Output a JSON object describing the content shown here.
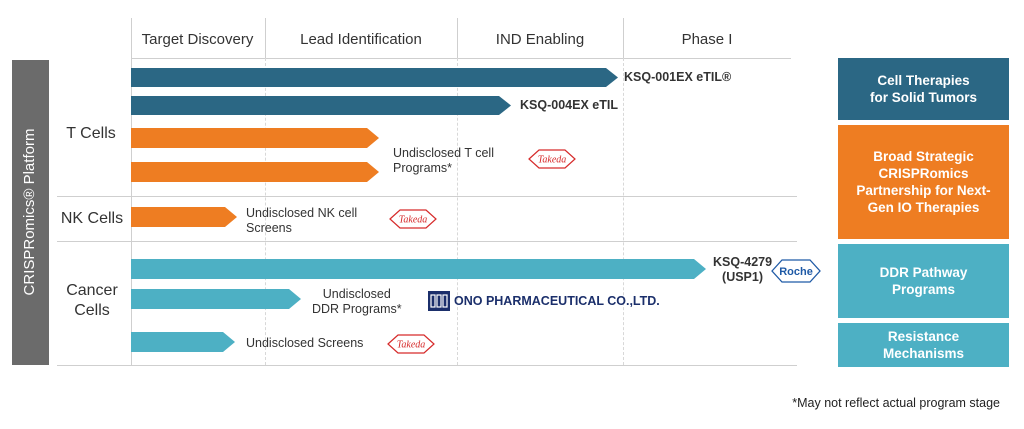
{
  "stages": [
    "Target Discovery",
    "Lead Identification",
    "IND Enabling",
    "Phase I"
  ],
  "platform_label": "CRISPRomics® Platform",
  "rows": {
    "t_cells": "T Cells",
    "nk_cells": "NK Cells",
    "cancer_cells": "Cancer\nCells"
  },
  "programs": {
    "ksq001": "KSQ-001EX eTIL®",
    "ksq004": "KSQ-004EX eTIL",
    "undisclosed_t": "Undisclosed T cell\nPrograms*",
    "undisclosed_nk": "Undisclosed NK cell\nScreens",
    "ksq4279": "KSQ-4279\n(USP1)",
    "undisclosed_ddr": "Undisclosed\nDDR Programs*",
    "undisclosed_screens": "Undisclosed Screens"
  },
  "partners": {
    "takeda": "Takeda",
    "roche": "Roche",
    "ono": "ONO PHARMACEUTICAL CO.,LTD."
  },
  "categories": {
    "cell_therapies": "Cell Therapies\nfor Solid Tumors",
    "broad": "Broad Strategic\nCRISPRomics\nPartnership for Next-\nGen IO Therapies",
    "ddr": "DDR Pathway\nPrograms",
    "resistance": "Resistance\nMechanisms"
  },
  "footnote": "*May not reflect actual program stage",
  "colors": {
    "navy": "#2b6784",
    "orange": "#ee7d22",
    "teal": "#4db0c4",
    "platform": "#6b6b6b"
  }
}
